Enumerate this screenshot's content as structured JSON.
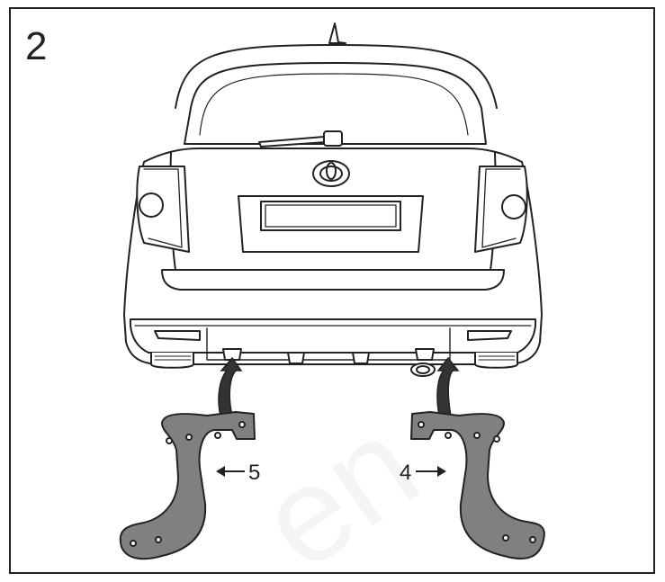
{
  "step_number": "2",
  "callouts": {
    "left_bracket": "5",
    "right_bracket": "4"
  },
  "colors": {
    "line": "#222222",
    "bracket_fill": "#808080",
    "background": "#ffffff"
  }
}
